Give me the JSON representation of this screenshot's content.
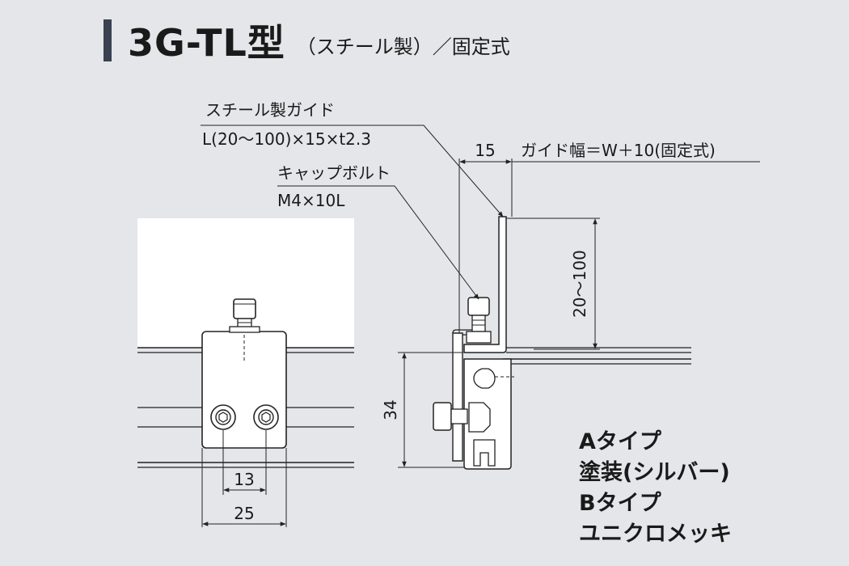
{
  "header": {
    "title": "3G-TL型",
    "subtitle": "（スチール製）／固定式"
  },
  "callouts": {
    "guide_name": "スチール製ガイド",
    "guide_spec": "L(20〜100)×15×t2.3",
    "bolt_name": "キャップボルト",
    "bolt_spec": "M4×10L"
  },
  "dimensions": {
    "flange": "15",
    "guide_width": "ガイド幅＝W＋10(固定式)",
    "height_range": "20〜100",
    "rail_height": "34",
    "hole_pitch": "13",
    "block_width": "25"
  },
  "legend": [
    "Aタイプ",
    "塗装(シルバー)",
    "Bタイプ",
    "ユニクロメッキ"
  ],
  "colors": {
    "background": "#e4e6e9",
    "accent": "#3a4150",
    "line": "#222222",
    "panel": "#ffffff"
  }
}
